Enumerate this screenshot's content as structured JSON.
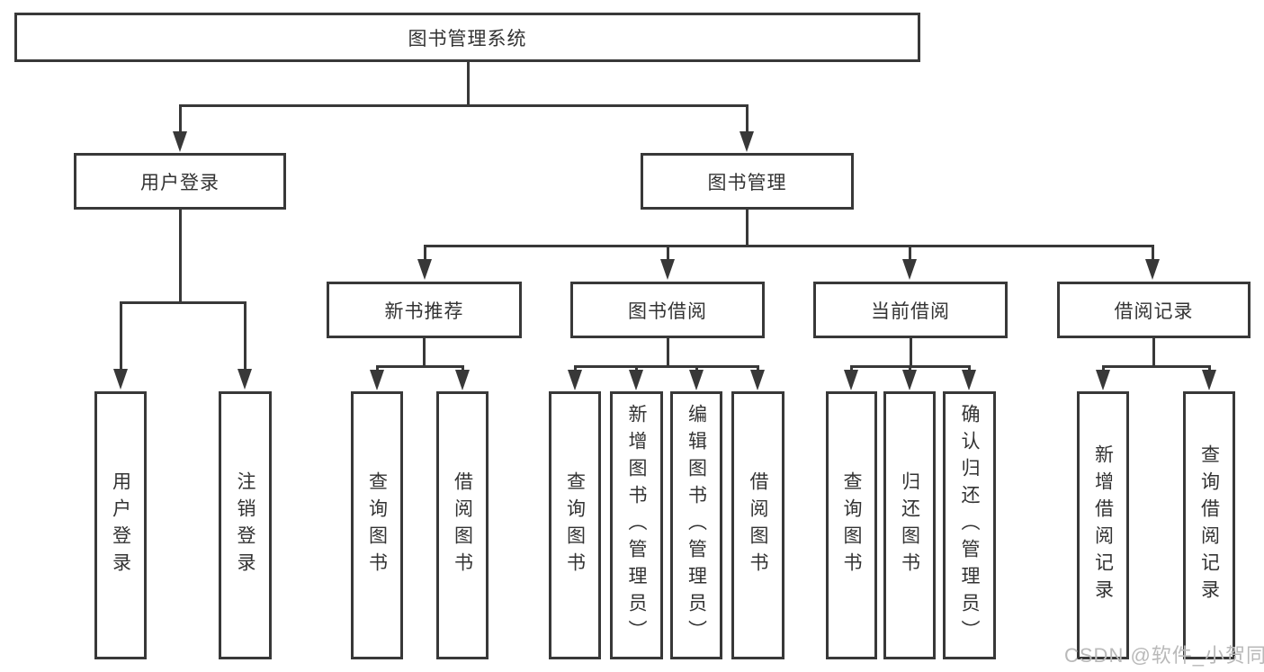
{
  "diagram": {
    "type": "hierarchy-tree",
    "nodes": {
      "root": {
        "label": "图书管理系统"
      },
      "user_login": {
        "label": "用户登录"
      },
      "book_management": {
        "label": "图书管理"
      },
      "new_book_recommend": {
        "label": "新书推荐"
      },
      "book_borrow": {
        "label": "图书借阅"
      },
      "current_borrow": {
        "label": "当前借阅"
      },
      "borrow_records": {
        "label": "借阅记录"
      },
      "leaf_user_login": {
        "label": "用户登录"
      },
      "leaf_logout": {
        "label": "注销登录"
      },
      "leaf_recommend_query_book": {
        "label": "查询图书"
      },
      "leaf_recommend_borrow_book": {
        "label": "借阅图书"
      },
      "leaf_borrow_query_book": {
        "label": "查询图书"
      },
      "leaf_borrow_add_book": {
        "label": "新增图书（管理员）"
      },
      "leaf_borrow_edit_book": {
        "label": "编辑图书（管理员）"
      },
      "leaf_borrow_borrow_book": {
        "label": "借阅图书"
      },
      "leaf_current_query_book": {
        "label": "查询图书"
      },
      "leaf_current_return_book": {
        "label": "归还图书"
      },
      "leaf_current_confirm_return": {
        "label": "确认归还（管理员）"
      },
      "leaf_records_add_record": {
        "label": "新增借阅记录"
      },
      "leaf_records_query_record": {
        "label": "查询借阅记录"
      }
    },
    "edges": [
      {
        "from": "root",
        "to": "user_login"
      },
      {
        "from": "root",
        "to": "book_management"
      },
      {
        "from": "user_login",
        "to": "leaf_user_login"
      },
      {
        "from": "user_login",
        "to": "leaf_logout"
      },
      {
        "from": "book_management",
        "to": "new_book_recommend"
      },
      {
        "from": "book_management",
        "to": "book_borrow"
      },
      {
        "from": "book_management",
        "to": "current_borrow"
      },
      {
        "from": "book_management",
        "to": "borrow_records"
      },
      {
        "from": "new_book_recommend",
        "to": "leaf_recommend_query_book"
      },
      {
        "from": "new_book_recommend",
        "to": "leaf_recommend_borrow_book"
      },
      {
        "from": "book_borrow",
        "to": "leaf_borrow_query_book"
      },
      {
        "from": "book_borrow",
        "to": "leaf_borrow_add_book"
      },
      {
        "from": "book_borrow",
        "to": "leaf_borrow_edit_book"
      },
      {
        "from": "book_borrow",
        "to": "leaf_borrow_borrow_book"
      },
      {
        "from": "current_borrow",
        "to": "leaf_current_query_book"
      },
      {
        "from": "current_borrow",
        "to": "leaf_current_return_book"
      },
      {
        "from": "current_borrow",
        "to": "leaf_current_confirm_return"
      },
      {
        "from": "borrow_records",
        "to": "leaf_records_add_record"
      },
      {
        "from": "borrow_records",
        "to": "leaf_records_query_record"
      }
    ],
    "watermark": {
      "text": "CSDN @软件_小贺同学",
      "color": "#b9b9b9"
    },
    "colors": {
      "line": "#383838",
      "box_border": "#383838",
      "box_fill": "#ffffff",
      "text": "#333333"
    }
  }
}
